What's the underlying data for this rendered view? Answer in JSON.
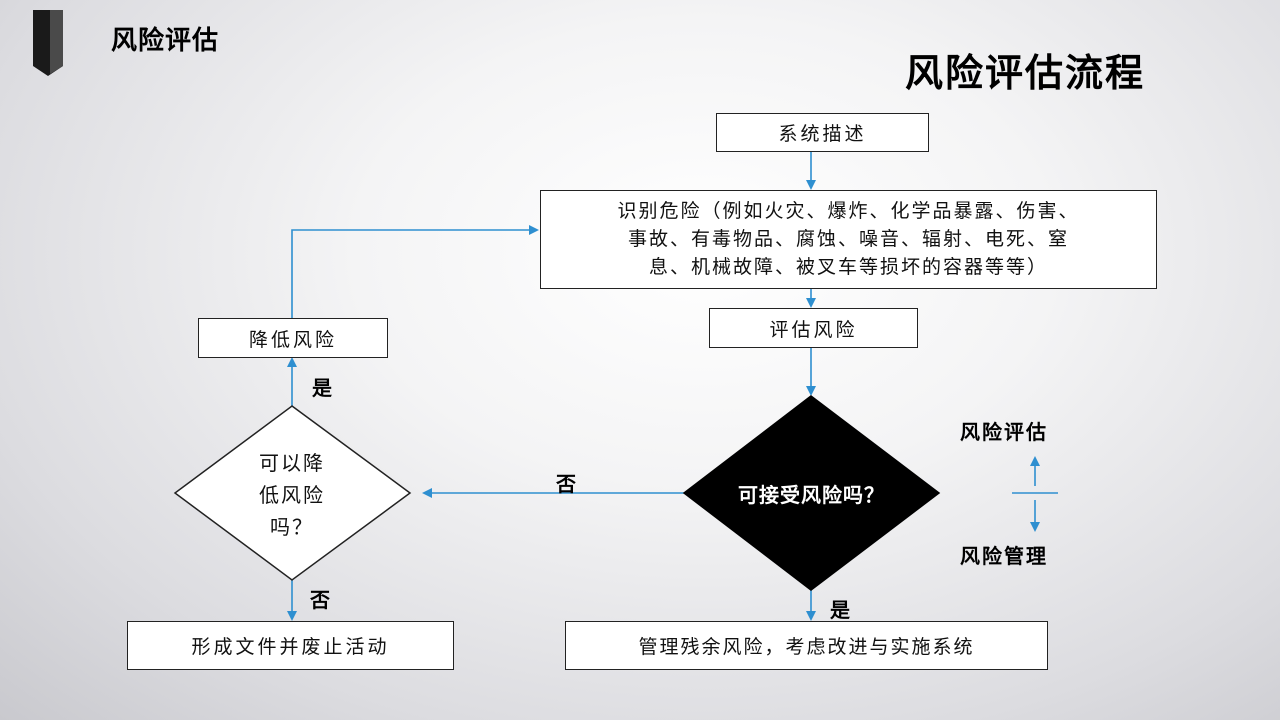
{
  "header": {
    "section_title": "风险评估",
    "main_title": "风险评估流程"
  },
  "flowchart": {
    "nodes": {
      "system_description": "系统描述",
      "identify_hazards": {
        "line1": "识别危险（例如火灾、爆炸、化学品暴露、伤害、",
        "line2": "事故、有毒物品、腐蚀、噪音、辐射、电死、窒",
        "line3": "息、机械故障、被叉车等损坏的容器等等）"
      },
      "assess_risk": "评估风险",
      "acceptable_risk": "可接受风险吗？",
      "can_reduce": {
        "line1": "可以降",
        "line2": "低风险",
        "line3": "吗？"
      },
      "reduce_risk": "降低风险",
      "document_stop": "形成文件并废止活动",
      "manage_residual": "管理残余风险，考虑改进与实施系统"
    },
    "edge_labels": {
      "yes_reduce": "是",
      "no_acceptable": "否",
      "no_reduce": "否",
      "yes_acceptable": "是"
    },
    "legend": {
      "top": "风险评估",
      "bottom": "风险管理"
    },
    "colors": {
      "arrow": "#2e8fd0",
      "decision_fill": "#000000",
      "box_border": "#222222"
    }
  }
}
